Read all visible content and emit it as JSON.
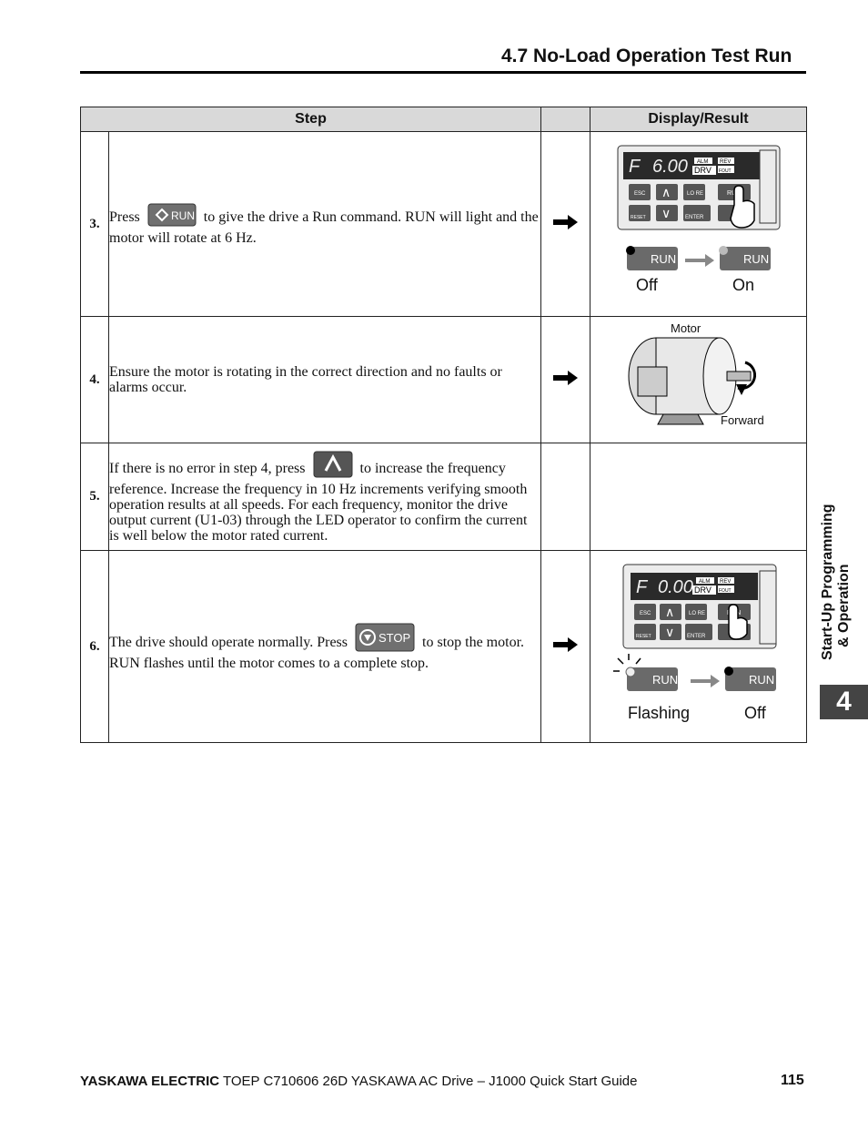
{
  "header": {
    "section_title": "4.7 No-Load Operation Test Run"
  },
  "table": {
    "col_step": "Step",
    "col_display": "Display/Result",
    "rows": [
      {
        "num": "3.",
        "text_before": "Press",
        "key": "RUN",
        "text_after": "to give the drive a Run command. RUN will light and the motor will rotate at 6 Hz.",
        "display": {
          "readout_f": "F",
          "readout_value": "6.00",
          "led_off_label": "Off",
          "led_on_label": "On"
        }
      },
      {
        "num": "4.",
        "text": "Ensure the motor is rotating in the correct direction and no faults or alarms occur.",
        "display": {
          "motor_label": "Motor",
          "direction_label": "Forward"
        }
      },
      {
        "num": "5.",
        "text_before": "If there is no error in step 4, press",
        "text_after": "to increase the frequency reference. Increase the frequency in 10 Hz increments verifying smooth operation results at all speeds. For each frequency, monitor the drive output current (U1-03) through the LED operator to confirm the current is well below the motor rated current."
      },
      {
        "num": "6.",
        "text_before": "The drive should operate normally. Press",
        "key": "STOP",
        "text_after": "to stop the motor. RUN flashes until the motor comes to a complete stop.",
        "display": {
          "readout_f": "F",
          "readout_value": "0.00",
          "led_flash_label": "Flashing",
          "led_off_label": "Off"
        }
      }
    ]
  },
  "keypad": {
    "alm": "ALM",
    "rev": "REV",
    "drv": "DRV",
    "fout": "FOUT",
    "esc": "ESC",
    "lo_re": "LO RE",
    "reset": "RESET",
    "enter": "ENTER",
    "run": "RUN",
    "stop": "STOP"
  },
  "side": {
    "tab_number": "4",
    "chapter_label_1": "Start-Up Programming",
    "chapter_label_2": "& Operation"
  },
  "footer": {
    "brand": "YASKAWA ELECTRIC",
    "doc": "TOEP C710606 26D YASKAWA AC Drive – J1000 Quick Start Guide",
    "page": "115"
  }
}
